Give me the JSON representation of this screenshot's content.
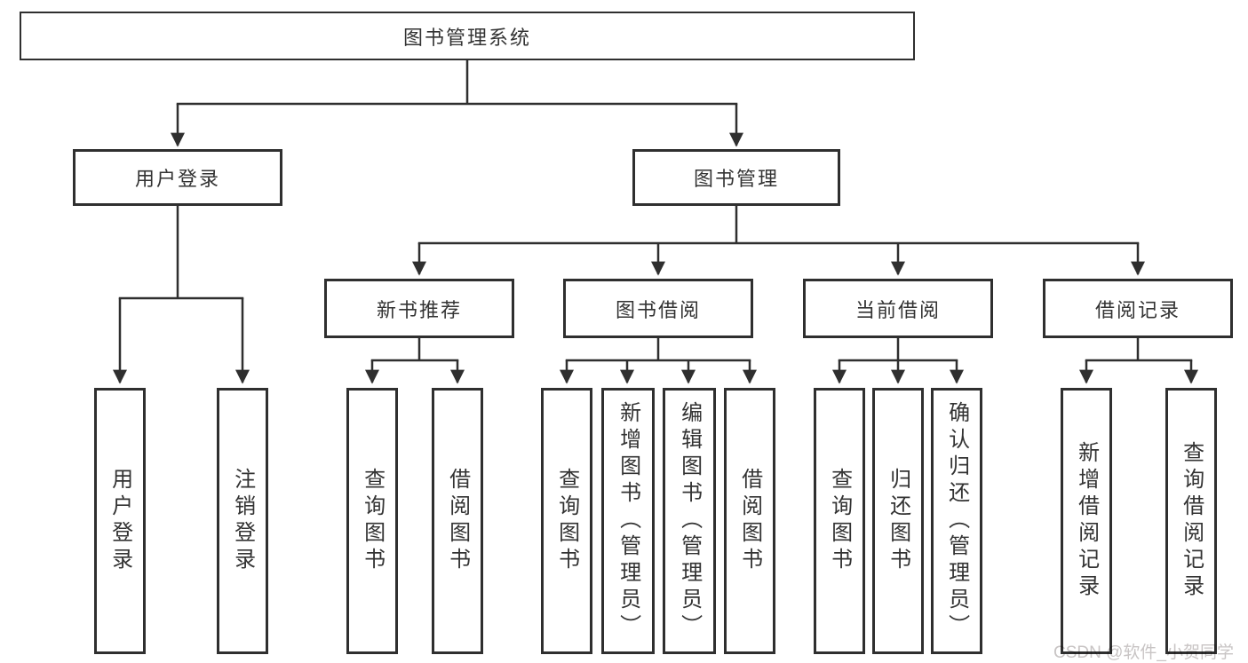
{
  "diagram": {
    "type": "tree",
    "nodes": {
      "root": {
        "label": "图书管理系统"
      },
      "user_login_module": {
        "label": "用户登录"
      },
      "book_management_module": {
        "label": "图书管理"
      },
      "login": {
        "label": "用户登录"
      },
      "logout": {
        "label": "注销登录"
      },
      "new_book_recommend": {
        "label": "新书推荐"
      },
      "book_borrow": {
        "label": "图书借阅"
      },
      "current_borrow": {
        "label": "当前借阅"
      },
      "borrow_records": {
        "label": "借阅记录"
      },
      "recommend_query": {
        "label": "查询图书"
      },
      "recommend_borrow": {
        "label": "借阅图书"
      },
      "borrow_query": {
        "label": "查询图书"
      },
      "borrow_add": {
        "label": "新增图书（管理员）"
      },
      "borrow_edit": {
        "label": "编辑图书（管理员）"
      },
      "borrow_do": {
        "label": "借阅图书"
      },
      "current_query": {
        "label": "查询图书"
      },
      "current_return": {
        "label": "归还图书"
      },
      "current_confirm": {
        "label": "确认归还（管理员）"
      },
      "records_add": {
        "label": "新增借阅记录"
      },
      "records_query": {
        "label": "查询借阅记录"
      }
    },
    "hierarchy": {
      "root": [
        "user_login_module",
        "book_management_module"
      ],
      "user_login_module": [
        "login",
        "logout"
      ],
      "book_management_module": [
        "new_book_recommend",
        "book_borrow",
        "current_borrow",
        "borrow_records"
      ],
      "new_book_recommend": [
        "recommend_query",
        "recommend_borrow"
      ],
      "book_borrow": [
        "borrow_query",
        "borrow_add",
        "borrow_edit",
        "borrow_do"
      ],
      "current_borrow": [
        "current_query",
        "current_return",
        "current_confirm"
      ],
      "borrow_records": [
        "records_add",
        "records_query"
      ]
    },
    "colors": {
      "line": "#2f2f2f",
      "border": "#2f2f2f",
      "text": "#333333",
      "background": "#ffffff",
      "watermark": "#c8c4c4"
    }
  },
  "watermark": "CSDN @软件_小贺同学"
}
